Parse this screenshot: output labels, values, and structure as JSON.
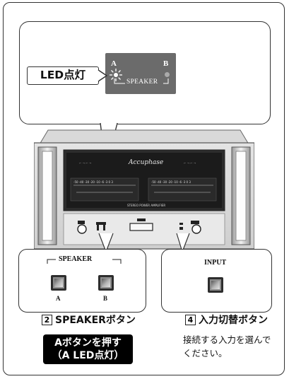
{
  "callout": {
    "led_label": "LED点灯",
    "panel_a": "A",
    "panel_b": "B",
    "panel_speaker": "SPEAKER"
  },
  "speaker_group": {
    "group_label": "SPEAKER",
    "button_a_label": "A",
    "button_b_label": "B",
    "step_number": "2",
    "title": "SPEAKERボタン",
    "instruction_line1": "Aボタンを押す",
    "instruction_line2": "（A LED点灯）"
  },
  "input_group": {
    "input_label": "INPUT",
    "step_number": "4",
    "title": "入力切替ボタン",
    "description_line1": "接続する入力を選んで",
    "description_line2": "ください。"
  },
  "amplifier": {
    "brand": "Accuphase",
    "meter_scale": "-50 -40 -30 -20 -10 -6 -3 0 3",
    "model_text": "STEREO POWER AMPLIFIER"
  }
}
